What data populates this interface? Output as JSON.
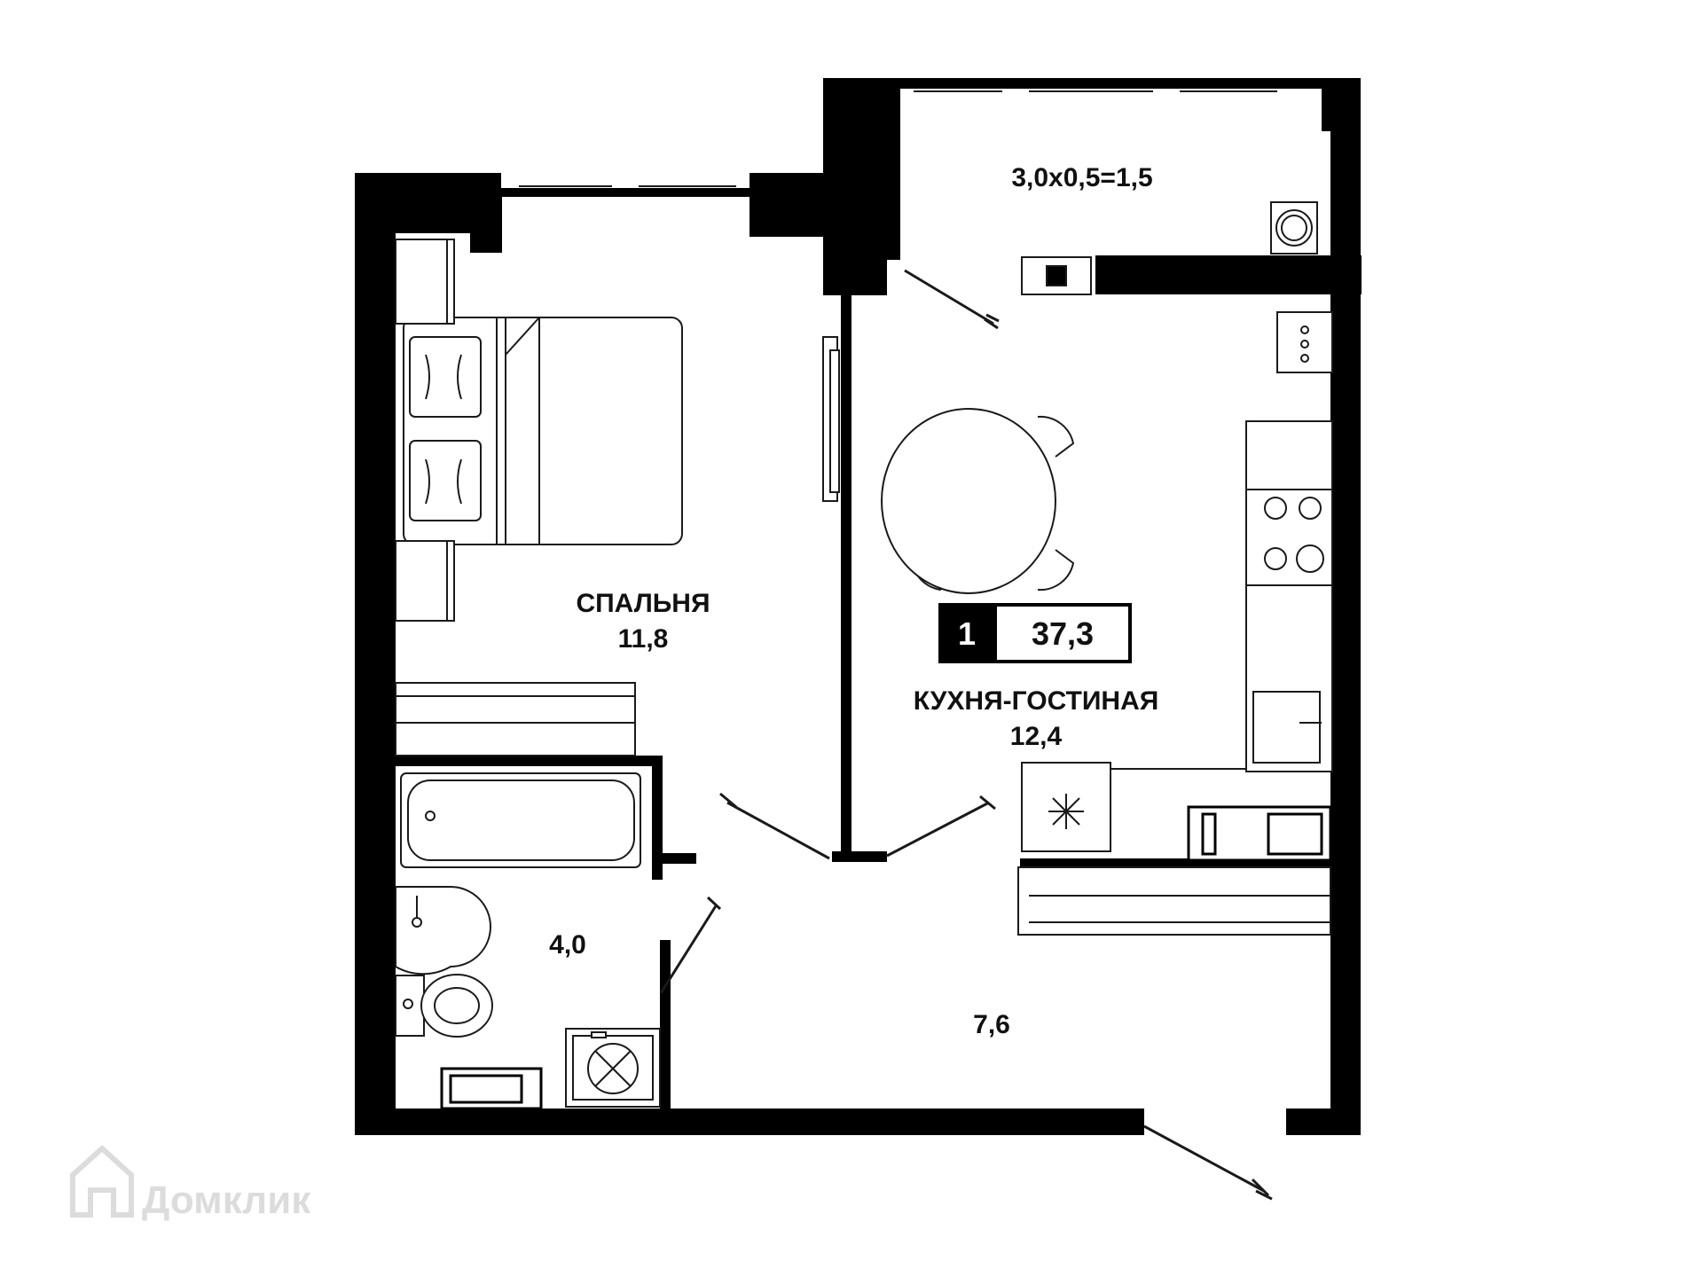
{
  "rooms": {
    "balcony": {
      "area": "3,0х0,5=1,5"
    },
    "bedroom": {
      "name": "СПАЛЬНЯ",
      "area": "11,8"
    },
    "kitchen": {
      "name": "КУХНЯ-ГОСТИНАЯ",
      "area": "12,4"
    },
    "bathroom": {
      "area": "4,0"
    },
    "hall": {
      "area": "7,6"
    }
  },
  "summary": {
    "rooms_count": "1",
    "total_area": "37,3"
  },
  "watermark": {
    "text": "Домклик"
  },
  "colors": {
    "wall": "#000000",
    "line": "#1a1a1a",
    "background": "#ffffff",
    "watermark": "#dcdcdc"
  }
}
